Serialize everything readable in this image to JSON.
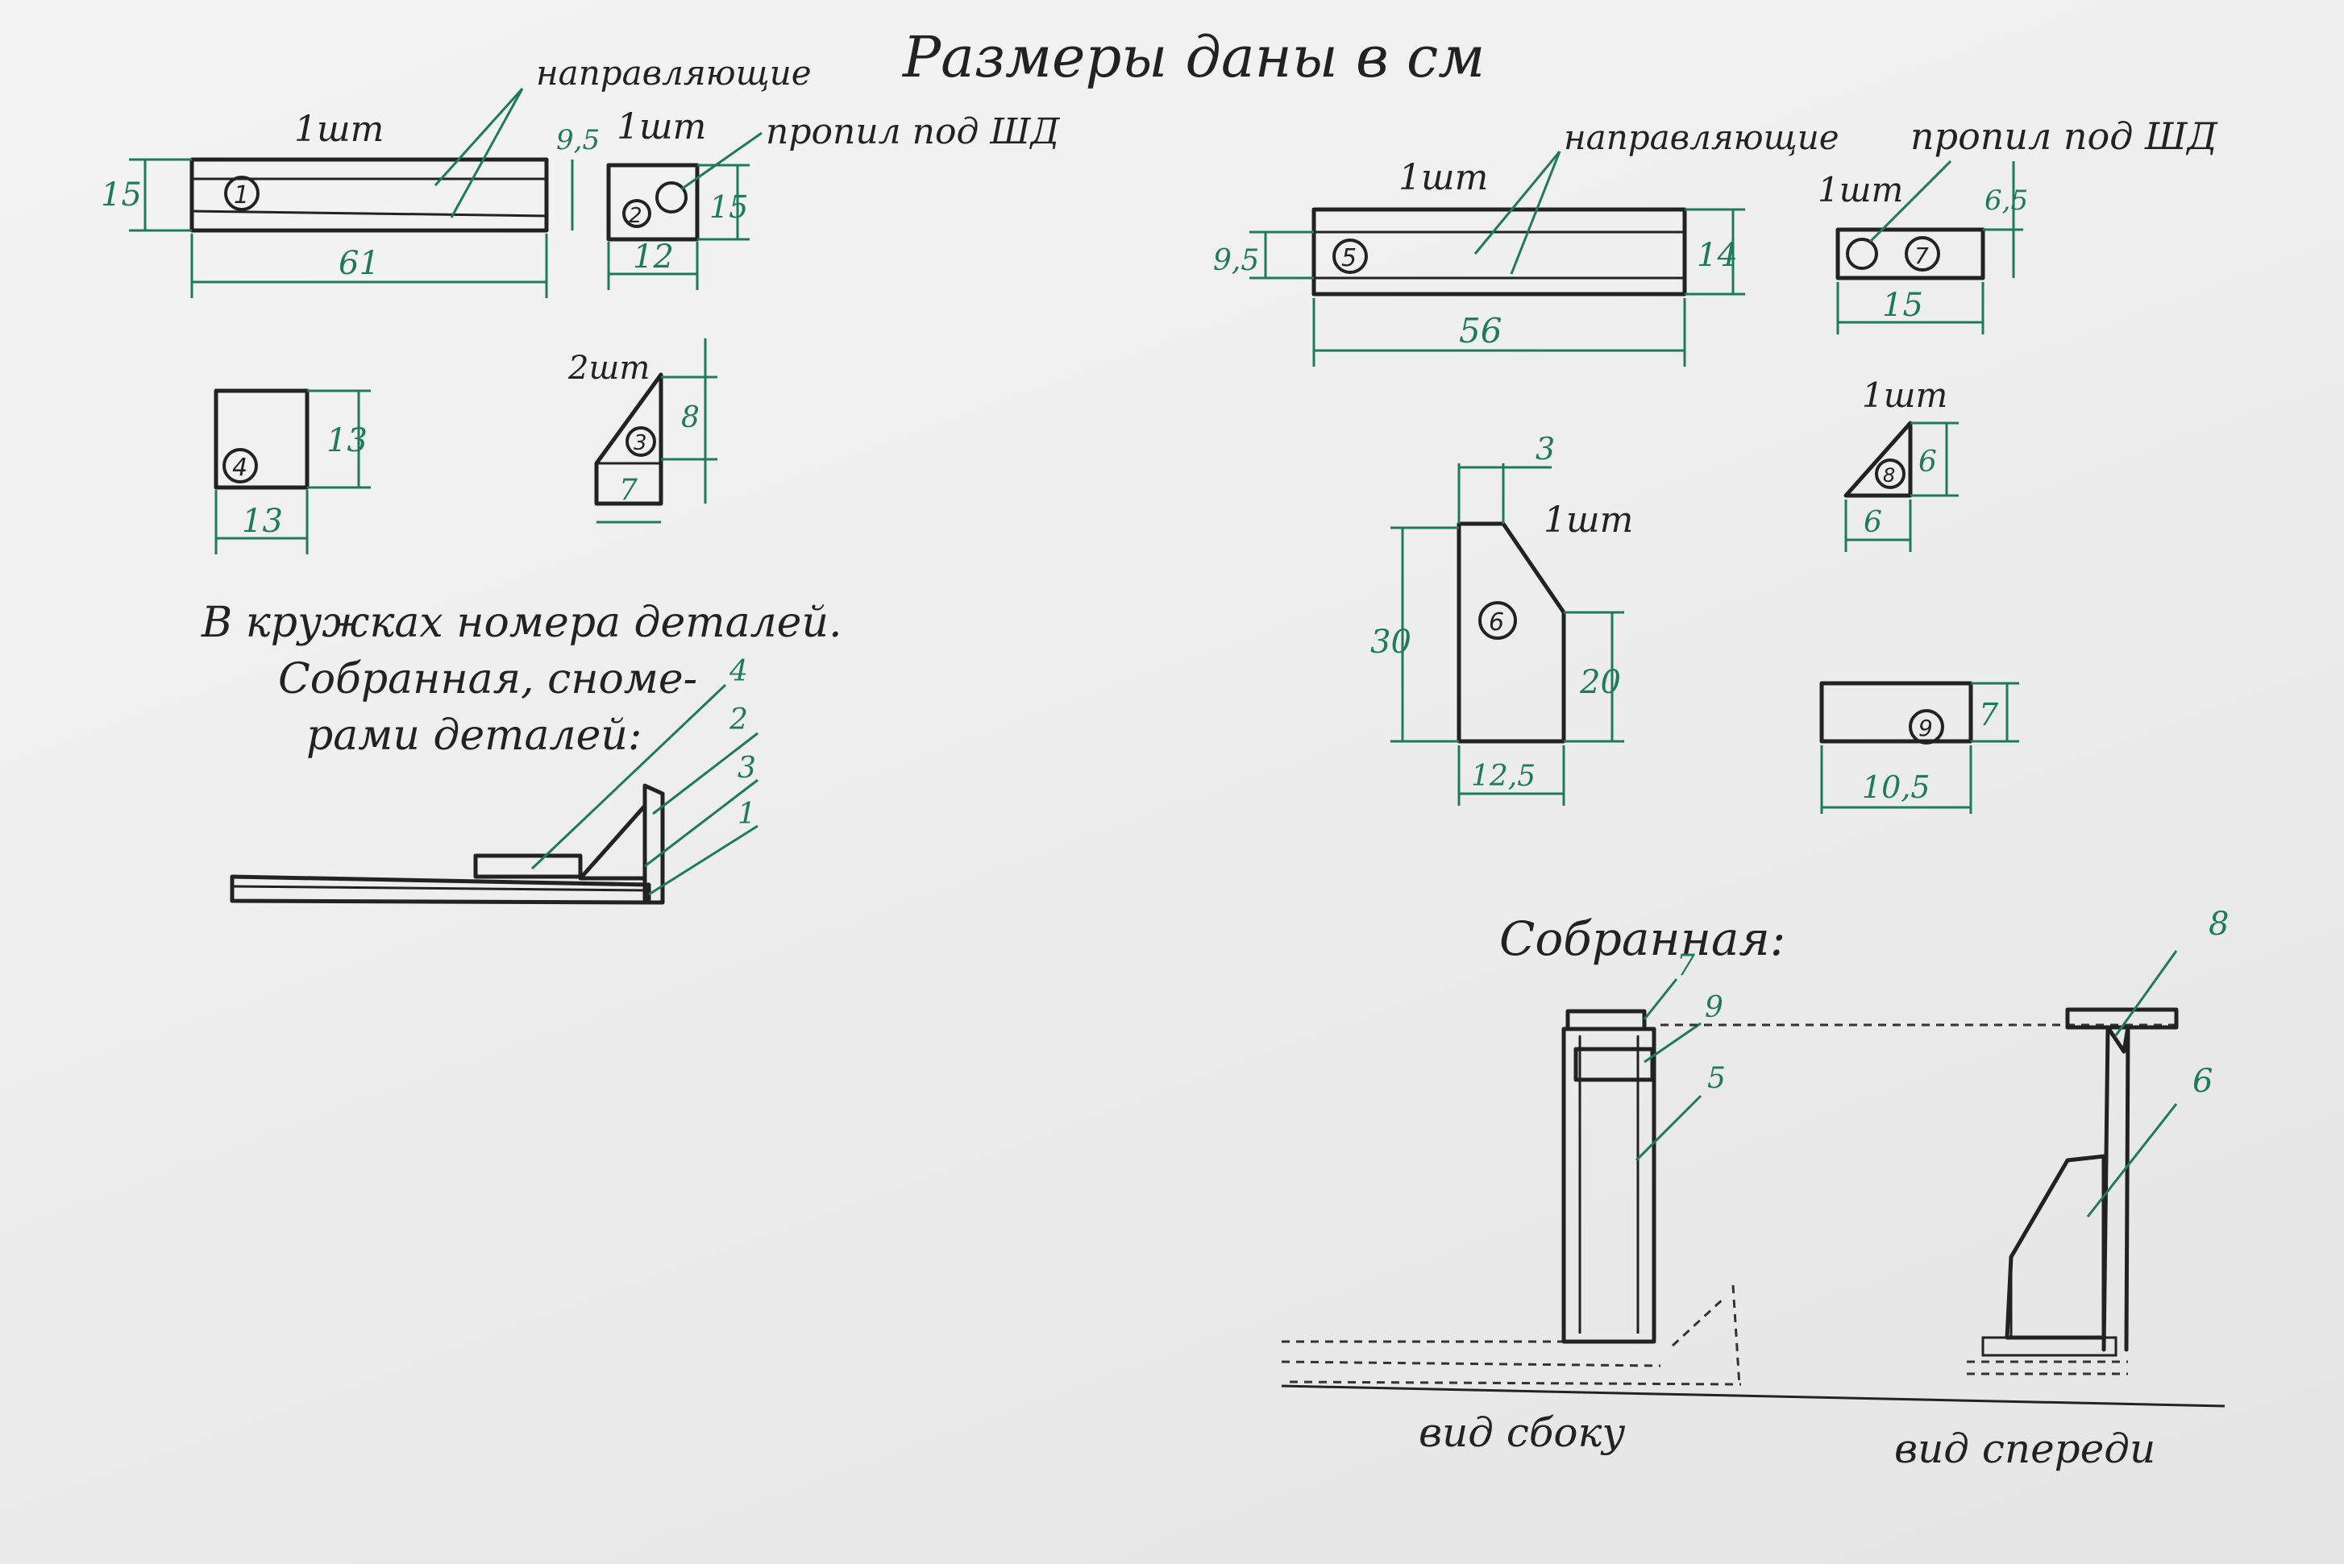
{
  "title": "Размеры даны в см",
  "labels": {
    "guides": "направляющие",
    "kerf": "пропил под ШД",
    "qty1": "1шт",
    "qty2": "2шт",
    "note_line1": "В кружках номера деталей.",
    "note_line2": "Собранная, сноме-",
    "note_line3": "рами деталей:",
    "assembled": "Собранная:",
    "side_view": "вид сбоку",
    "front_view": "вид спереди"
  },
  "parts": {
    "p1": {
      "num": "1",
      "w": "61",
      "h": "15",
      "h2": "9,5"
    },
    "p2": {
      "num": "2",
      "w": "12",
      "h": "15"
    },
    "p3": {
      "num": "3",
      "w": "7",
      "h": "8"
    },
    "p4": {
      "num": "4",
      "w": "13",
      "h": "13"
    },
    "p5": {
      "num": "5",
      "w": "56",
      "h": "9,5",
      "h2": "14"
    },
    "p6": {
      "num": "6",
      "w": "12,5",
      "h": "30",
      "h2": "20",
      "top": "3"
    },
    "p7": {
      "num": "7",
      "w": "15",
      "h": "6,5"
    },
    "p8": {
      "num": "8",
      "w": "6",
      "h": "6"
    },
    "p9": {
      "num": "9",
      "w": "10,5",
      "h": "7"
    }
  },
  "callouts": {
    "left": [
      "4",
      "2",
      "3",
      "1"
    ],
    "side": [
      "7",
      "9",
      "5"
    ],
    "front": [
      "8",
      "6"
    ]
  },
  "colors": {
    "ink": "#222222",
    "dimension": "#1d7a5c",
    "paper": "#f0f0f0"
  }
}
